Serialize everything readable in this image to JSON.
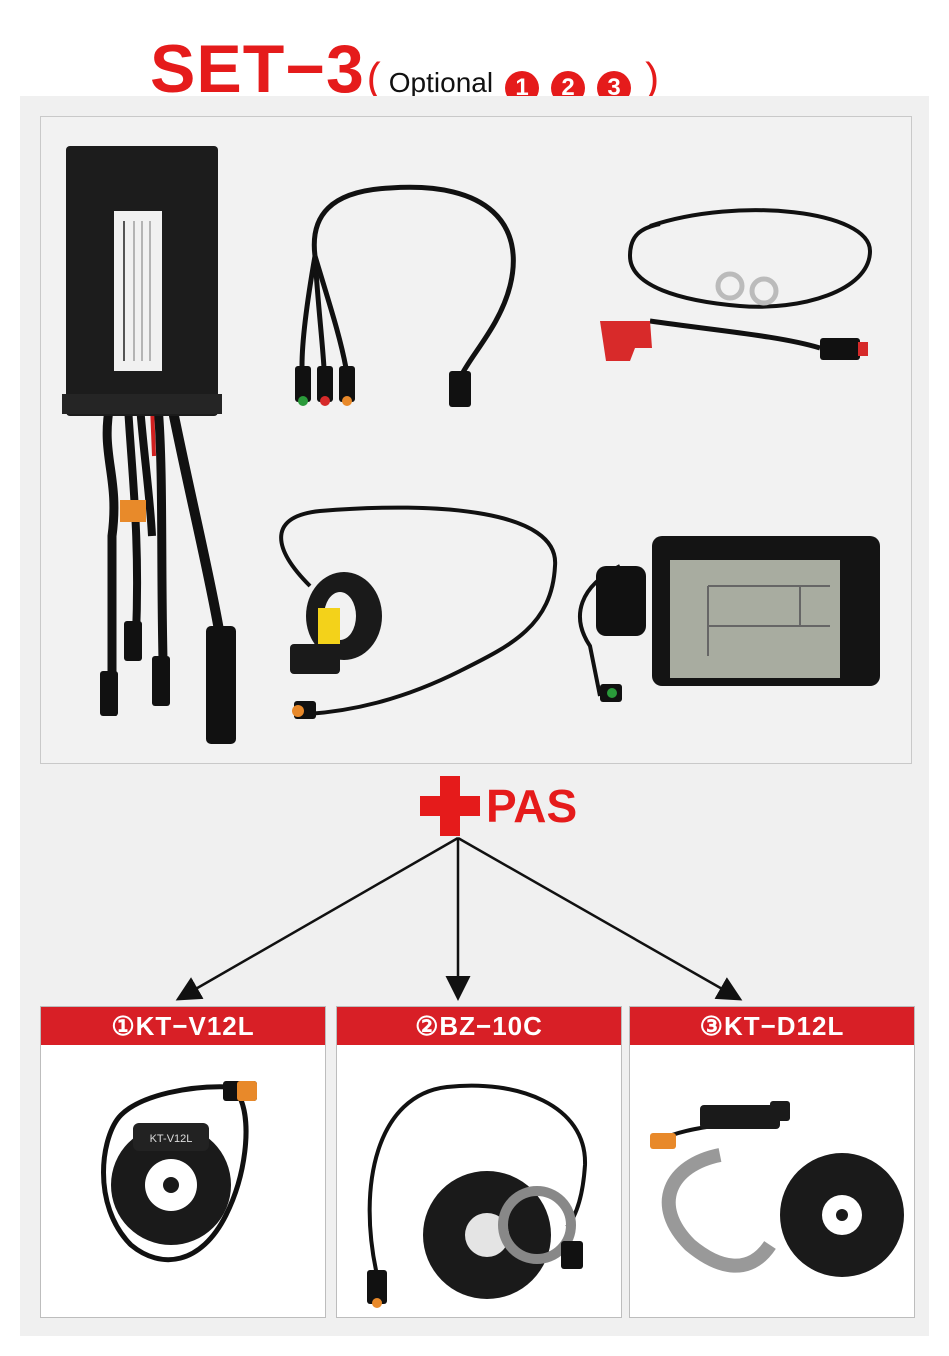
{
  "header": {
    "set_label": "SET−3",
    "open_paren": "(",
    "optional_label": "Optional",
    "numbers": [
      "1",
      "2",
      "3"
    ],
    "close_paren": ")"
  },
  "plus": {
    "pas_label": "PAS"
  },
  "options": [
    {
      "number": "①",
      "name": "KT−V12L",
      "sensor_text": "KT-V12L"
    },
    {
      "number": "②",
      "name": "BZ−10C"
    },
    {
      "number": "③",
      "name": "KT−D12L"
    }
  ],
  "colors": {
    "accent": "#e51b1b",
    "header_bar": "#d81f26",
    "background": "#f0f0f0"
  },
  "icons": [
    "controller-icon",
    "wiring-harness-icon",
    "brake-sensor-icon",
    "thumb-throttle-icon",
    "lcd-display-icon",
    "pas-sensor-icon"
  ]
}
